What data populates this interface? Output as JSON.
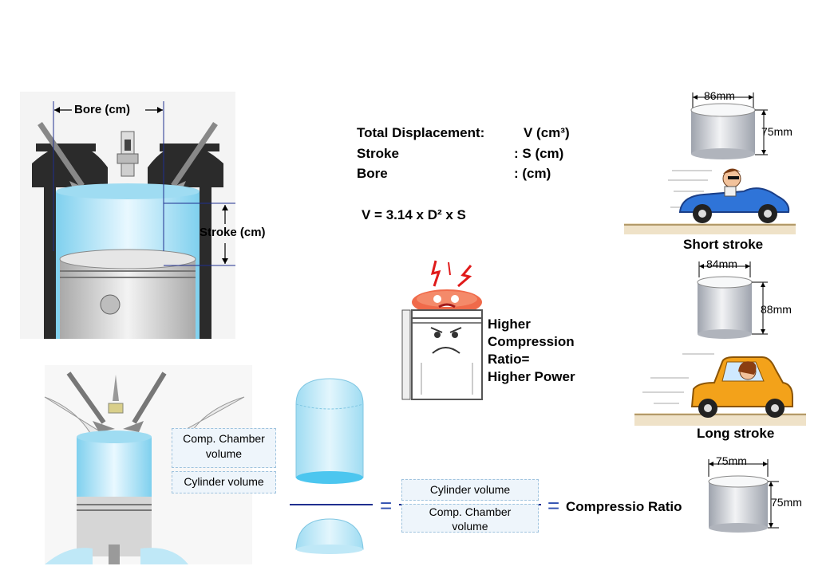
{
  "engine_diagram": {
    "bore_label": "Bore (cm)",
    "stroke_label": "Stroke (cm)"
  },
  "definitions": {
    "line1_term": "Total Displacement:",
    "line1_value": "V (cm³)",
    "line2_term": "Stroke",
    "line2_value": ": S (cm)",
    "line3_term": "Bore",
    "line3_value": ": (cm)",
    "formula": "V = 3.14 x D² x S"
  },
  "piston_character": {
    "caption_line1": "Higher",
    "caption_line2": "Compression",
    "caption_line3": "Ratio=",
    "caption_line4": "Higher Power"
  },
  "short_stroke": {
    "bore": "86mm",
    "stroke": "75mm",
    "caption": "Short stroke"
  },
  "long_stroke": {
    "bore": "84mm",
    "stroke": "88mm",
    "caption": "Long stroke"
  },
  "square_stroke": {
    "bore": "75mm",
    "stroke": "75mm"
  },
  "compression": {
    "chamber_label": "Comp. Chamber volume",
    "cylinder_label": "Cylinder volume",
    "eq_numerator": "Cylinder volume",
    "eq_denominator": "Comp. Chamber volume",
    "result": "Compressio Ratio",
    "equals": "="
  },
  "colors": {
    "cylinder_blue": "#bfe8f7",
    "navy_line": "#1f2f8f",
    "car_blue": "#2f74d8",
    "car_orange": "#f3a21a",
    "gray_metal": "#cfcfcf"
  }
}
